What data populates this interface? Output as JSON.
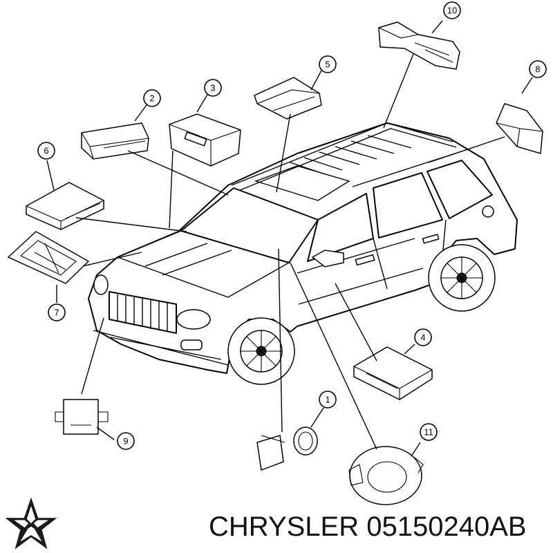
{
  "callouts": [
    {
      "id": "1",
      "label": "1"
    },
    {
      "id": "2",
      "label": "2"
    },
    {
      "id": "3",
      "label": "3"
    },
    {
      "id": "4",
      "label": "4"
    },
    {
      "id": "5",
      "label": "5"
    },
    {
      "id": "6",
      "label": "6"
    },
    {
      "id": "7",
      "label": "7"
    },
    {
      "id": "8",
      "label": "8"
    },
    {
      "id": "9",
      "label": "9"
    },
    {
      "id": "10",
      "label": "10"
    },
    {
      "id": "11",
      "label": "11"
    }
  ],
  "footer": {
    "brand": "CHRYSLER",
    "part_number": "05150240AB",
    "logo_icon": "pentastar-icon"
  }
}
